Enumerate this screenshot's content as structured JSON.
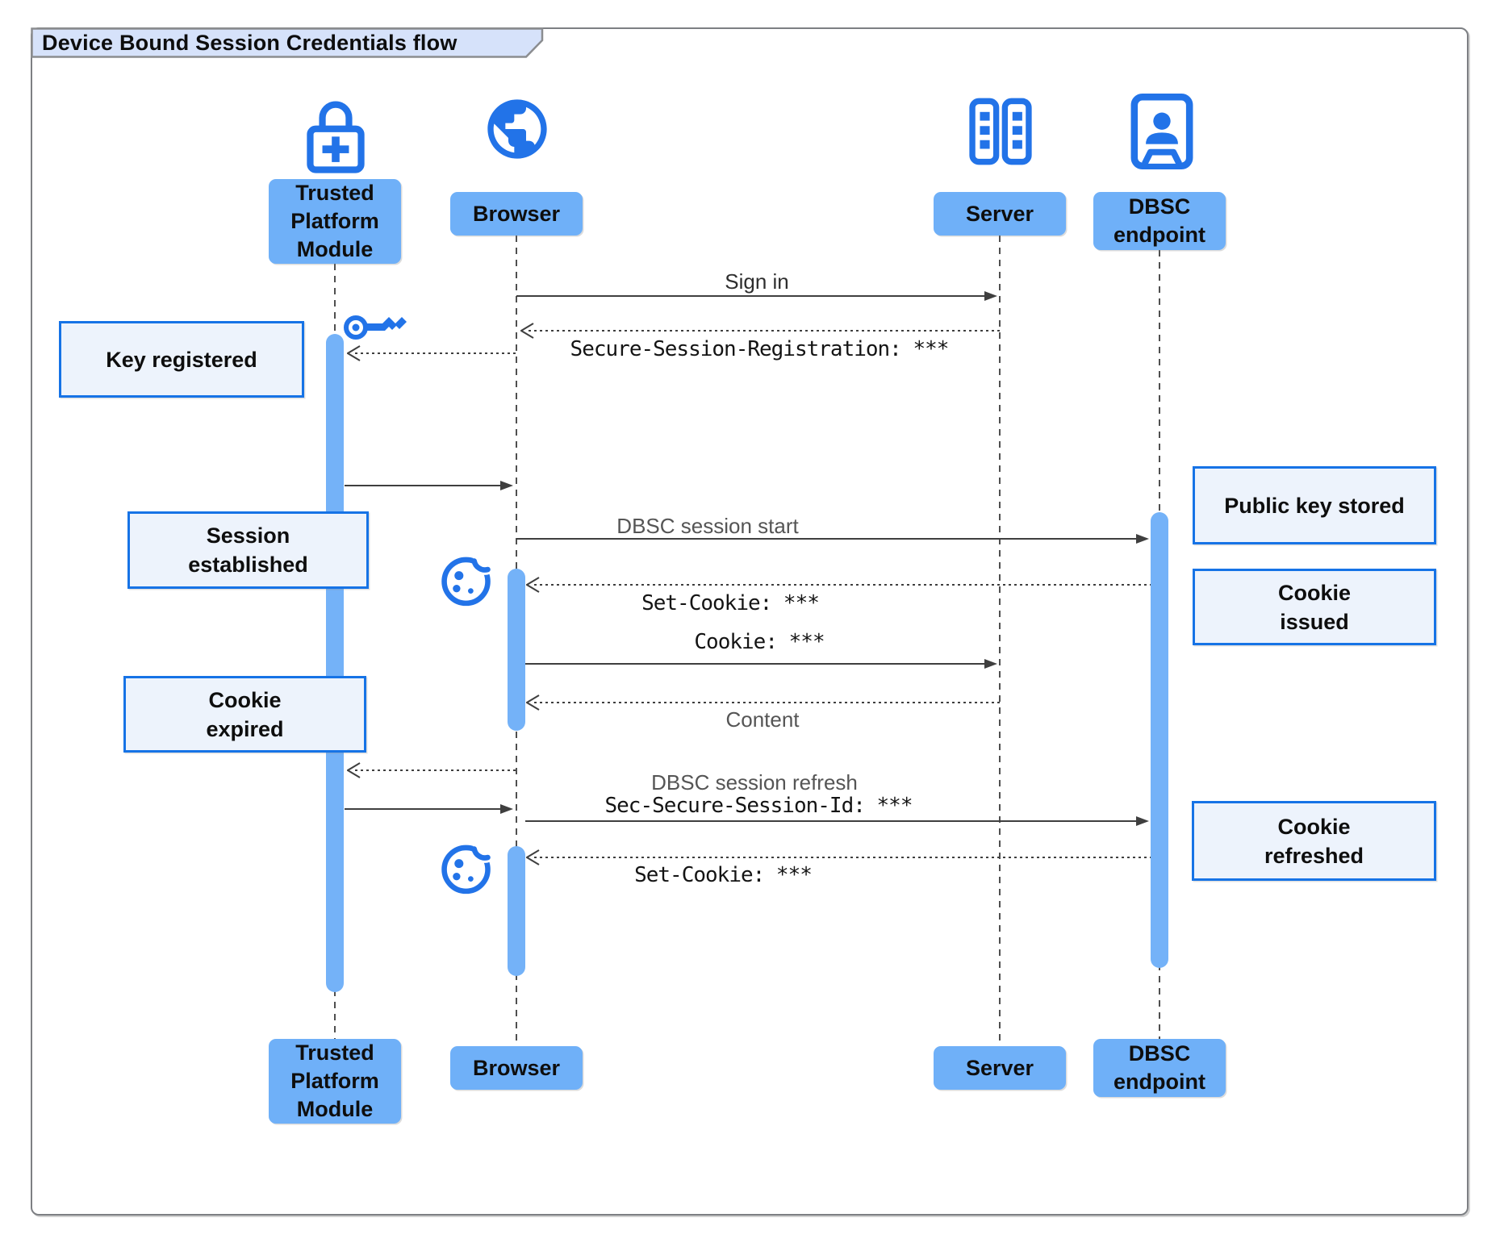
{
  "diagram": {
    "title": "Device Bound Session Credentials flow",
    "type": "sequence-diagram"
  },
  "participants": {
    "tpm": {
      "label": "Trusted\nPlatform\nModule",
      "icon": "lock-plus-icon"
    },
    "browser": {
      "label": "Browser",
      "icon": "globe-icon"
    },
    "server": {
      "label": "Server",
      "icon": "server-racks-icon"
    },
    "dbsc": {
      "label": "DBSC\nendpoint",
      "icon": "contact-badge-icon"
    }
  },
  "messages": {
    "sign_in": "Sign in",
    "secure_session_registration": "Secure-Session-Registration: ***",
    "dbsc_session_start": "DBSC session start",
    "set_cookie_1": "Set-Cookie: ***",
    "cookie": "Cookie: ***",
    "content": "Content",
    "dbsc_session_refresh": "DBSC session refresh",
    "sec_secure_session_id": "Sec-Secure-Session-Id: ***",
    "set_cookie_2": "Set-Cookie: ***"
  },
  "notes": {
    "key_registered": "Key registered",
    "session_established": "Session\nestablished",
    "cookie_expired": "Cookie\nexpired",
    "public_key_stored": "Public key stored",
    "cookie_issued": "Cookie\nissued",
    "cookie_refreshed": "Cookie\nrefreshed"
  },
  "icons": {
    "key": "key-icon",
    "cookie_first": "cookie-icon",
    "cookie_second": "cookie-icon"
  },
  "colors": {
    "participant_fill": "#6fb0f8",
    "activation_fill": "#74b2f8",
    "note_fill": "#edf3fc",
    "note_border": "#1673e6",
    "icon_blue": "#2273e8",
    "title_tab_fill": "#d6e2fa",
    "frame_border": "#7d7f83",
    "arrow_color": "#3f3f3f"
  }
}
